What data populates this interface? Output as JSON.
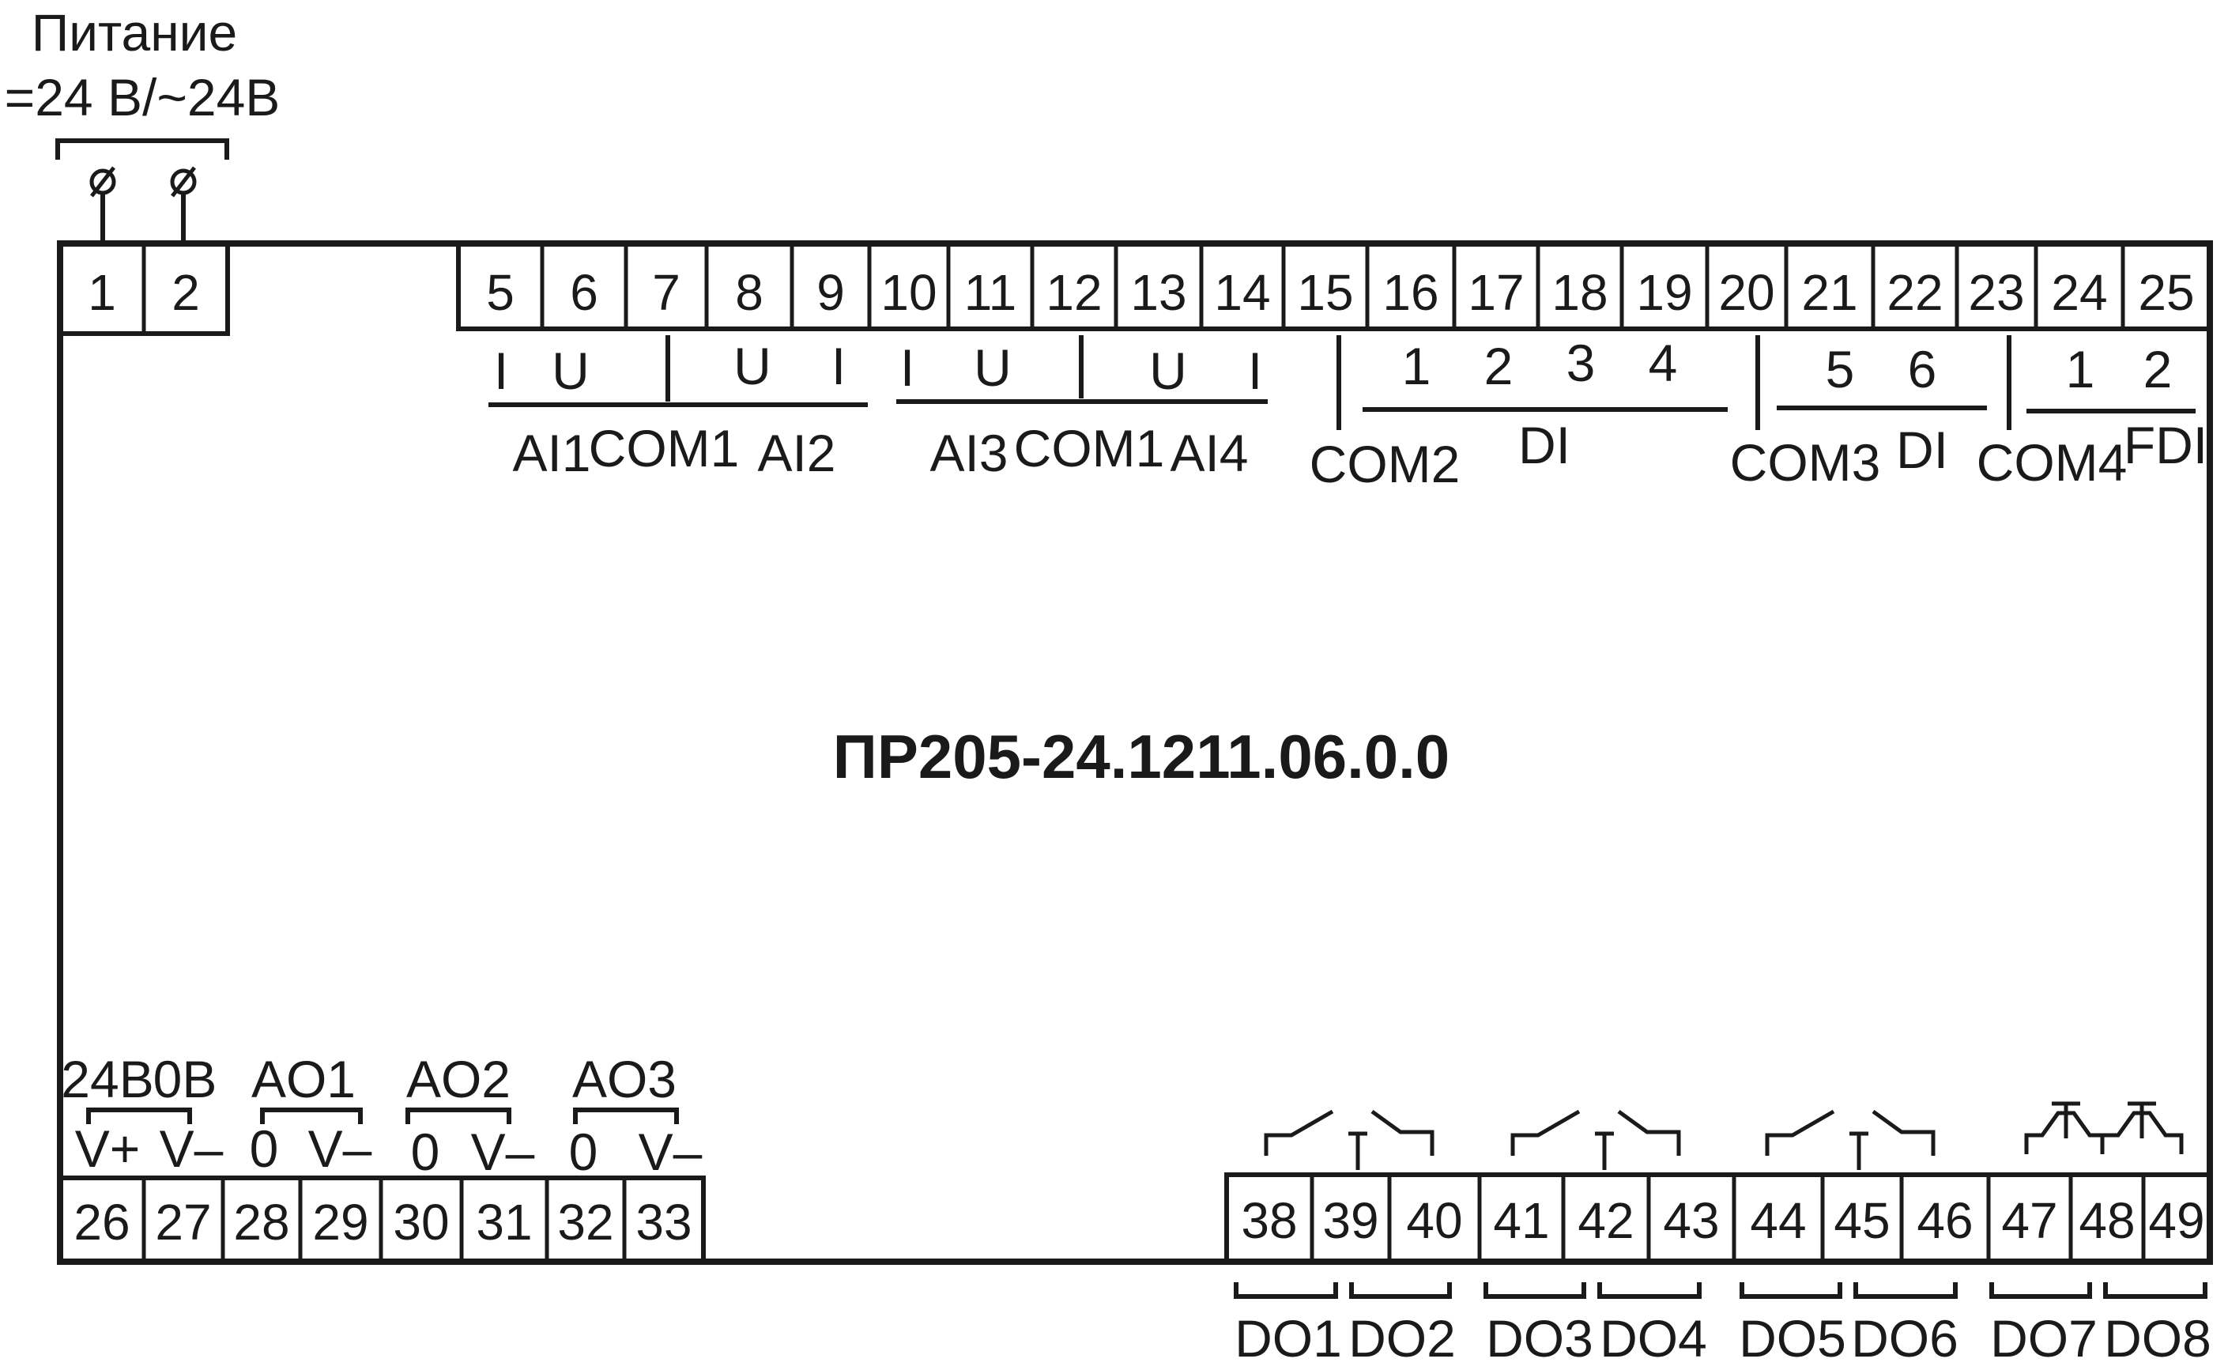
{
  "power": {
    "title": "Питание",
    "subtitle": "=24 В/~24В",
    "terminals": [
      "1",
      "2"
    ]
  },
  "device_model": "ПР205-24.1211.06.0.0",
  "top_terminals": [
    "5",
    "6",
    "7",
    "8",
    "9",
    "10",
    "11",
    "12",
    "13",
    "14",
    "15",
    "16",
    "17",
    "18",
    "19",
    "20",
    "21",
    "22",
    "23",
    "24",
    "25"
  ],
  "top_sublabels": [
    "I",
    "U",
    "U",
    "I",
    "I",
    "U",
    "U",
    "I",
    "1",
    "2",
    "3",
    "4",
    "5",
    "6",
    "1",
    "2"
  ],
  "top_groups": [
    "AI1",
    "COM1",
    "AI2",
    "AI3",
    "COM1",
    "AI4",
    "COM2",
    "DI",
    "COM3",
    "DI",
    "COM4",
    "FDI"
  ],
  "bottom_terminals": [
    "26",
    "27",
    "28",
    "29",
    "30",
    "31",
    "32",
    "33",
    "38",
    "39",
    "40",
    "41",
    "42",
    "43",
    "44",
    "45",
    "46",
    "47",
    "48",
    "49"
  ],
  "bottom_sublabels": [
    "V+",
    "V–",
    "0",
    "V–",
    "0",
    "V–",
    "0",
    "V–"
  ],
  "bottom_groups": [
    "24В",
    "0В",
    "AO1",
    "AO2",
    "AO3"
  ],
  "outputs": [
    "DO1",
    "DO2",
    "DO3",
    "DO4",
    "DO5",
    "DO6",
    "DO7",
    "DO8"
  ]
}
